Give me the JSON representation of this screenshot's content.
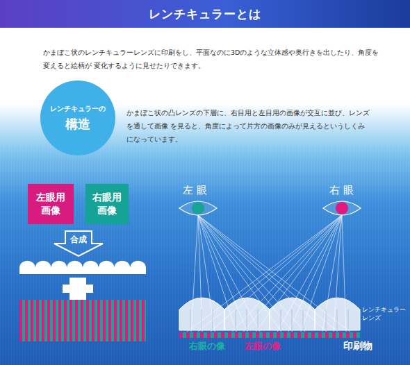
{
  "diagram": {
    "title": "レンチキュラーとは",
    "nodes": [
      {
        "text": [
          "レンチキュラーの",
          "構造"
        ]
      },
      {
        "text": [
          "左眼用 画像"
        ]
      },
      {
        "text": [
          "右眼用 画像"
        ]
      },
      {
        "text": [
          "合成"
        ]
      }
    ],
    "labels": [
      "かまぼこ状のレンチキュラーレンズに印刷をし、平面なのに3Dのような立体感や奥行きを出したり、角度を変えると絵柄が 変化するように見せたりできます。",
      "かまぼこ状の凸レンズの下層に、右目用と左目用の画像が交互に並び、レンズを通して画像 を見ると、角度によって片方の画像のみが見えるというしくみになっています。",
      "左 眼",
      "右 眼",
      "レンチキュラー レンズ",
      "右眼の像",
      "左眼の像",
      "印刷物"
    ]
  }
}
